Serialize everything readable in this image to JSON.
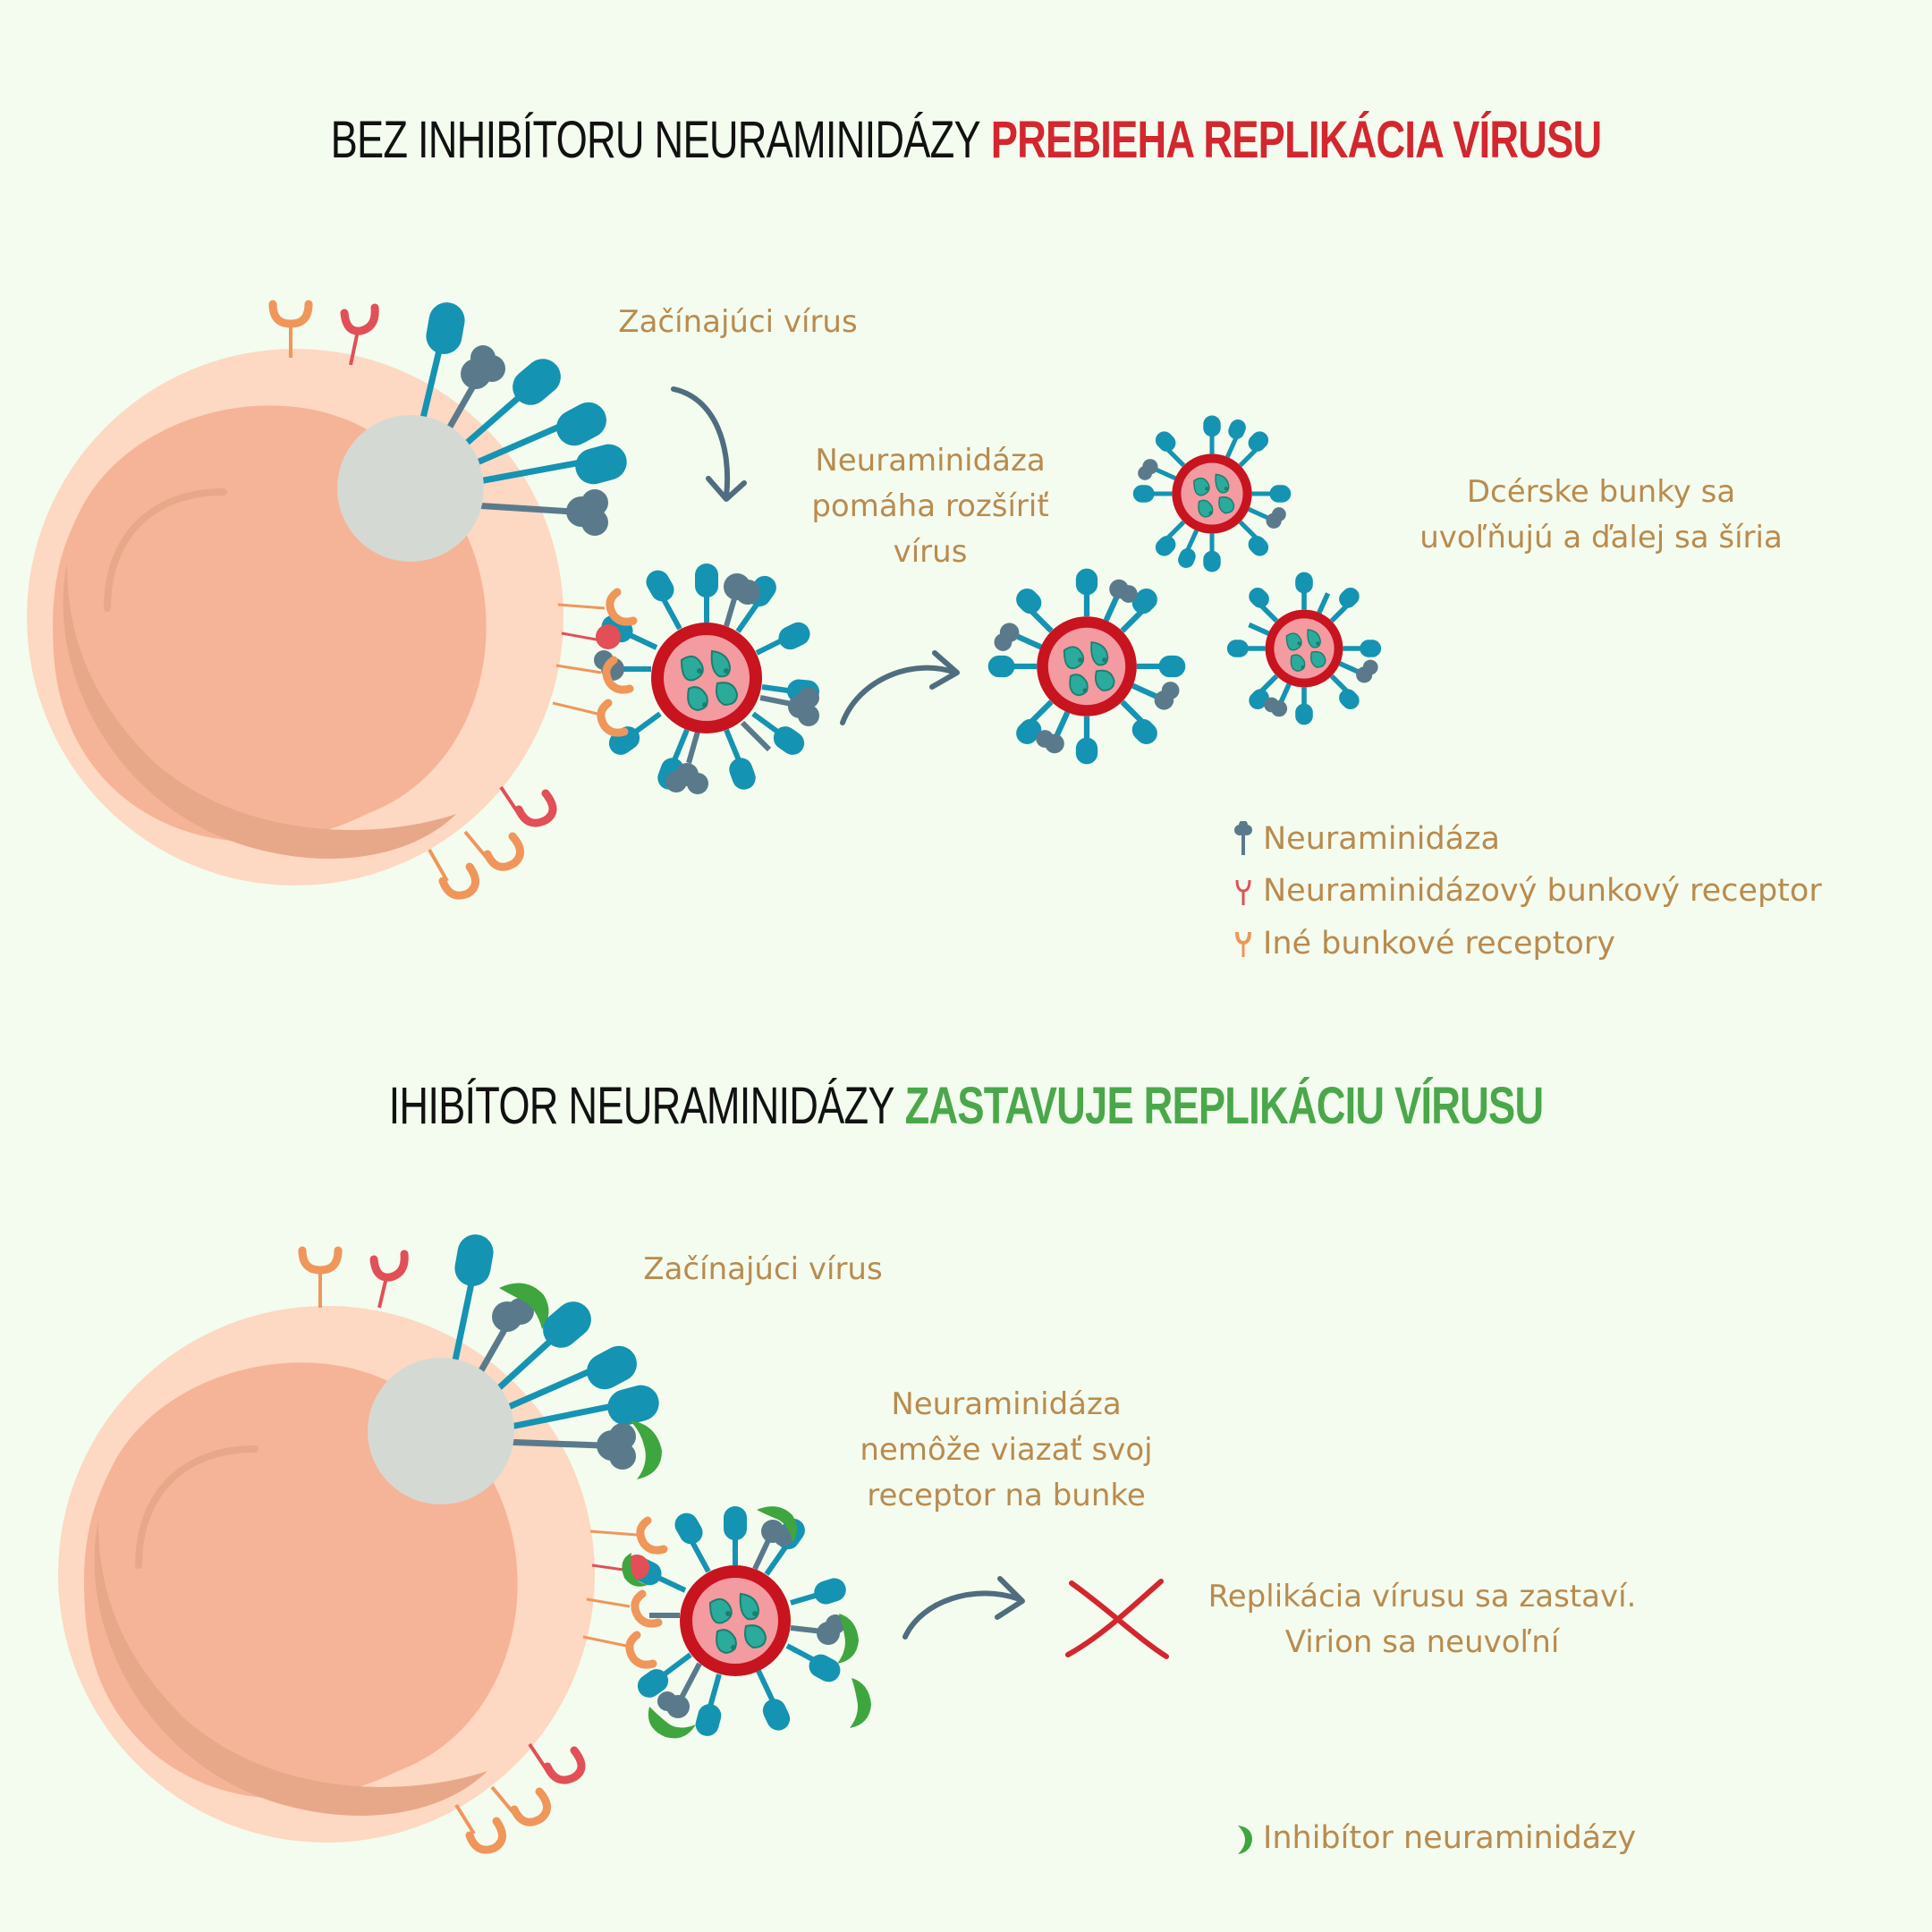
{
  "panel_top": {
    "title_prefix": "BEZ INHIBÍTORU NEURAMINIDÁZY",
    "title_highlight": "PREBIEHA REPLIKÁCIA VÍRUSU",
    "label_virus": "Začínajúci vírus",
    "label_spread": [
      "Neuraminidáza",
      "pomáha rozšíriť",
      "vírus"
    ],
    "label_daughter": [
      "Dcérske bunky sa",
      "uvoľňujú a ďalej sa šíria"
    ]
  },
  "legend_top": [
    {
      "icon": "neuraminidase-icon",
      "label": "Neuraminidáza"
    },
    {
      "icon": "neuraminidase-receptor-icon",
      "label": "Neuraminidázový bunkový receptor"
    },
    {
      "icon": "other-receptor-icon",
      "label": "Iné bunkové receptory"
    }
  ],
  "panel_bottom": {
    "title_prefix": "IHIBÍTOR NEURAMINIDÁZY",
    "title_highlight": "ZASTAVUJE REPLIKÁCIU VÍRUSU",
    "label_virus": "Začínajúci vírus",
    "label_blocked": [
      "Neuraminidáza",
      "nemôže viazať svoj",
      "receptor na bunke"
    ],
    "label_stopped": [
      "Replikácia vírusu sa zastaví.",
      "Virion sa neuvoľní"
    ]
  },
  "legend_bottom": [
    {
      "icon": "inhibitor-icon",
      "label": "Inhibítor neuraminidázy"
    }
  ],
  "colors": {
    "background": "#f3fcee",
    "title_dark": "#111111",
    "title_red": "#d3262e",
    "title_green": "#4aa84a",
    "label_text": "#b98b4f",
    "cell_outer": "#fdd8c2",
    "cell_inner": "#f5b497",
    "cell_shade": "#e7a88a",
    "spike_teal": "#1593b2",
    "neuraminidase_gray": "#5a7a8c",
    "virus_ring": "#c8141f",
    "virus_core": "#f49aa1",
    "virus_rna": "#2bab9c",
    "receptor_red": "#e24f57",
    "receptor_orange": "#f0965a",
    "inhibitor_green": "#3fa53f",
    "arrow": "#4f6d7e",
    "cross": "#d3262e"
  }
}
